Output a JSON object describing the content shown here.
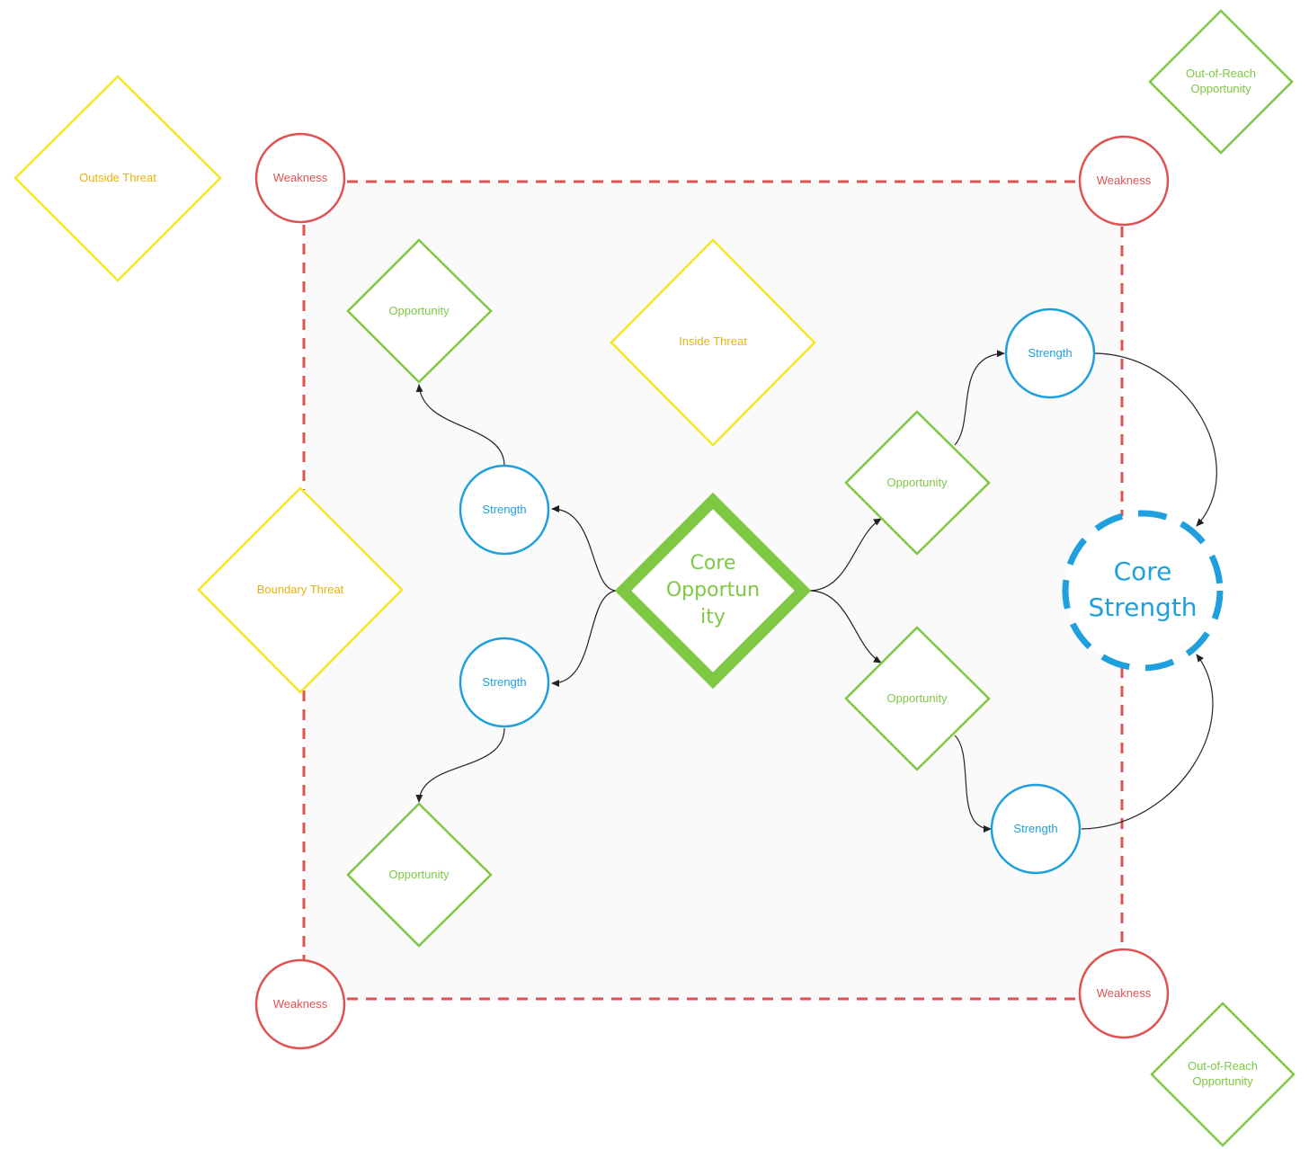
{
  "colors": {
    "weakness": "#e05252",
    "strength": "#1fa0dd",
    "opportunity": "#7ec843",
    "threat": "#f5e623",
    "threat_text": "#e5b40e",
    "boundary_fill": "#fafafa",
    "connector": "#222222"
  },
  "labels": {
    "weakness": "Weakness",
    "strength": "Strength",
    "opportunity": "Opportunity",
    "outside_threat": "Outside Threat",
    "inside_threat": "Inside Threat",
    "boundary_threat": "Boundary Threat",
    "out_of_reach_line1": "Out-of-Reach",
    "out_of_reach_line2": "Opportunity",
    "core_opportunity_line1": "Core",
    "core_opportunity_line2": "Opportun",
    "core_opportunity_line3": "ity",
    "core_strength_line1": "Core",
    "core_strength_line2": "Strength"
  }
}
